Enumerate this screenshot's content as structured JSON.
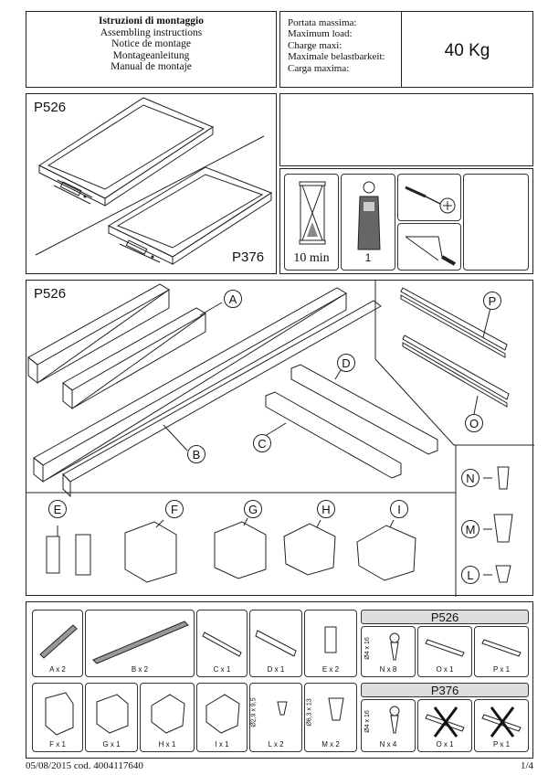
{
  "header": {
    "instructions": [
      "Istruzioni di montaggio",
      "Assembling instructions",
      "Notice de montage",
      "Montageanleitung",
      "Manual de montaje"
    ],
    "load_labels": [
      "Portata massima:",
      "Maximum load:",
      "Charge maxi:",
      "Maximale belastbarkeit:",
      "Carga maxima:"
    ],
    "load_value": "40 Kg"
  },
  "overview": {
    "model_a": "P526",
    "model_b": "P376"
  },
  "tools": {
    "time": "10 min",
    "persons": "1"
  },
  "parts_panel": {
    "model": "P526"
  },
  "callouts": [
    "A",
    "B",
    "C",
    "D",
    "E",
    "F",
    "G",
    "H",
    "I",
    "P",
    "O",
    "N",
    "M",
    "L"
  ],
  "parts_list": [
    {
      "id": "A",
      "qty": "A x 2"
    },
    {
      "id": "B",
      "qty": "B x 2"
    },
    {
      "id": "C",
      "qty": "C x 1"
    },
    {
      "id": "D",
      "qty": "D x 1"
    },
    {
      "id": "E",
      "qty": "E x 2"
    },
    {
      "id": "F",
      "qty": "F x 1"
    },
    {
      "id": "G",
      "qty": "G x 1"
    },
    {
      "id": "H",
      "qty": "H x 1"
    },
    {
      "id": "I",
      "qty": "I x 1"
    },
    {
      "id": "L",
      "qty": "L x 2",
      "size": "Ø2,9 x 9,5"
    },
    {
      "id": "M",
      "qty": "M x 2",
      "size": "Ø6,3 x 13"
    }
  ],
  "variants": [
    {
      "model": "P526",
      "screw_size": "Ø4 x 16",
      "items": [
        "N x 8",
        "O x 1",
        "P x 1"
      ],
      "excluded": [
        false,
        false
      ]
    },
    {
      "model": "P376",
      "screw_size": "Ø4 x 16",
      "items": [
        "N x 4",
        "O x 1",
        "P x 1"
      ],
      "excluded": [
        true,
        true
      ]
    }
  ],
  "footer": {
    "left": "05/08/2015 cod. 4004117640",
    "right": "1/4"
  }
}
